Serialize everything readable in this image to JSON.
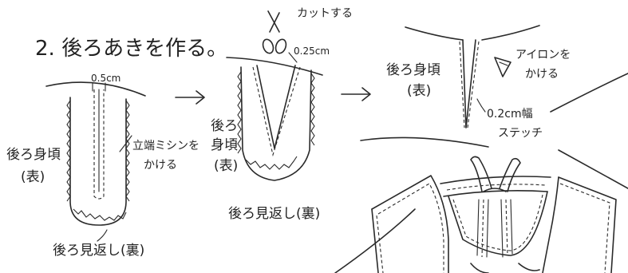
{
  "title": "2. 後ろあきを作る。",
  "panel1": {
    "width_label": "0.5cm",
    "back_body_label": [
      "後ろ身頃",
      "(表)"
    ],
    "stitch_label": [
      "立端ミシンを",
      "かける"
    ],
    "facing_label": "後ろ見返し(裏)"
  },
  "panel2": {
    "cut_label": "カットする",
    "width_label": "0.25cm",
    "back_body_label": [
      "後ろ",
      "身頃",
      "(表)"
    ],
    "facing_label": "後ろ見返し(裏)"
  },
  "panel3": {
    "back_body_label": [
      "後ろ身頃",
      "(表)"
    ],
    "iron_label": [
      "アイロンを",
      "かける"
    ],
    "stitch_label": [
      "0.2cm幅",
      "ステッチ"
    ]
  },
  "icons": [
    "scissors-icon",
    "iron-icon",
    "arrow-right-icon"
  ]
}
